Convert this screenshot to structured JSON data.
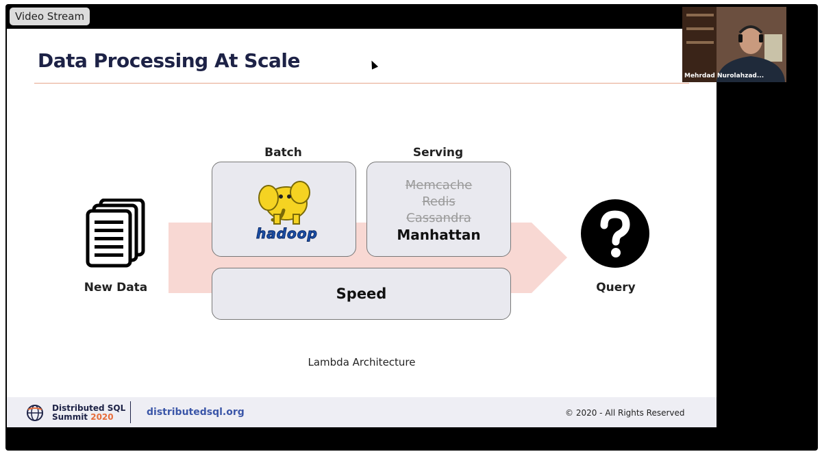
{
  "window": {
    "badge": "Video Stream"
  },
  "slide": {
    "title": "Data Processing At Scale",
    "batch": {
      "label": "Batch",
      "logo_text": "hadoop"
    },
    "serving": {
      "label": "Serving",
      "struck_items": [
        "Memcache",
        "Redis",
        "Cassandra"
      ],
      "current": "Manhattan"
    },
    "speed": {
      "label": "Speed"
    },
    "input": {
      "label": "New Data",
      "icon": "documents-icon"
    },
    "output": {
      "label": "Query",
      "icon": "question-icon"
    },
    "caption": "Lambda Architecture",
    "colors": {
      "title": "#1d2246",
      "arrow": "#f8d8d3",
      "box": "#e9e9ef",
      "accent": "#e76d3b"
    }
  },
  "footer": {
    "summit_line1": "Distributed SQL",
    "summit_line2": "Summit",
    "summit_year": "2020",
    "url": "distributedsql.org",
    "copyright": "© 2020 - All Rights Reserved"
  },
  "webcam": {
    "presenter": "Mehrdad Nurolahzad..."
  }
}
